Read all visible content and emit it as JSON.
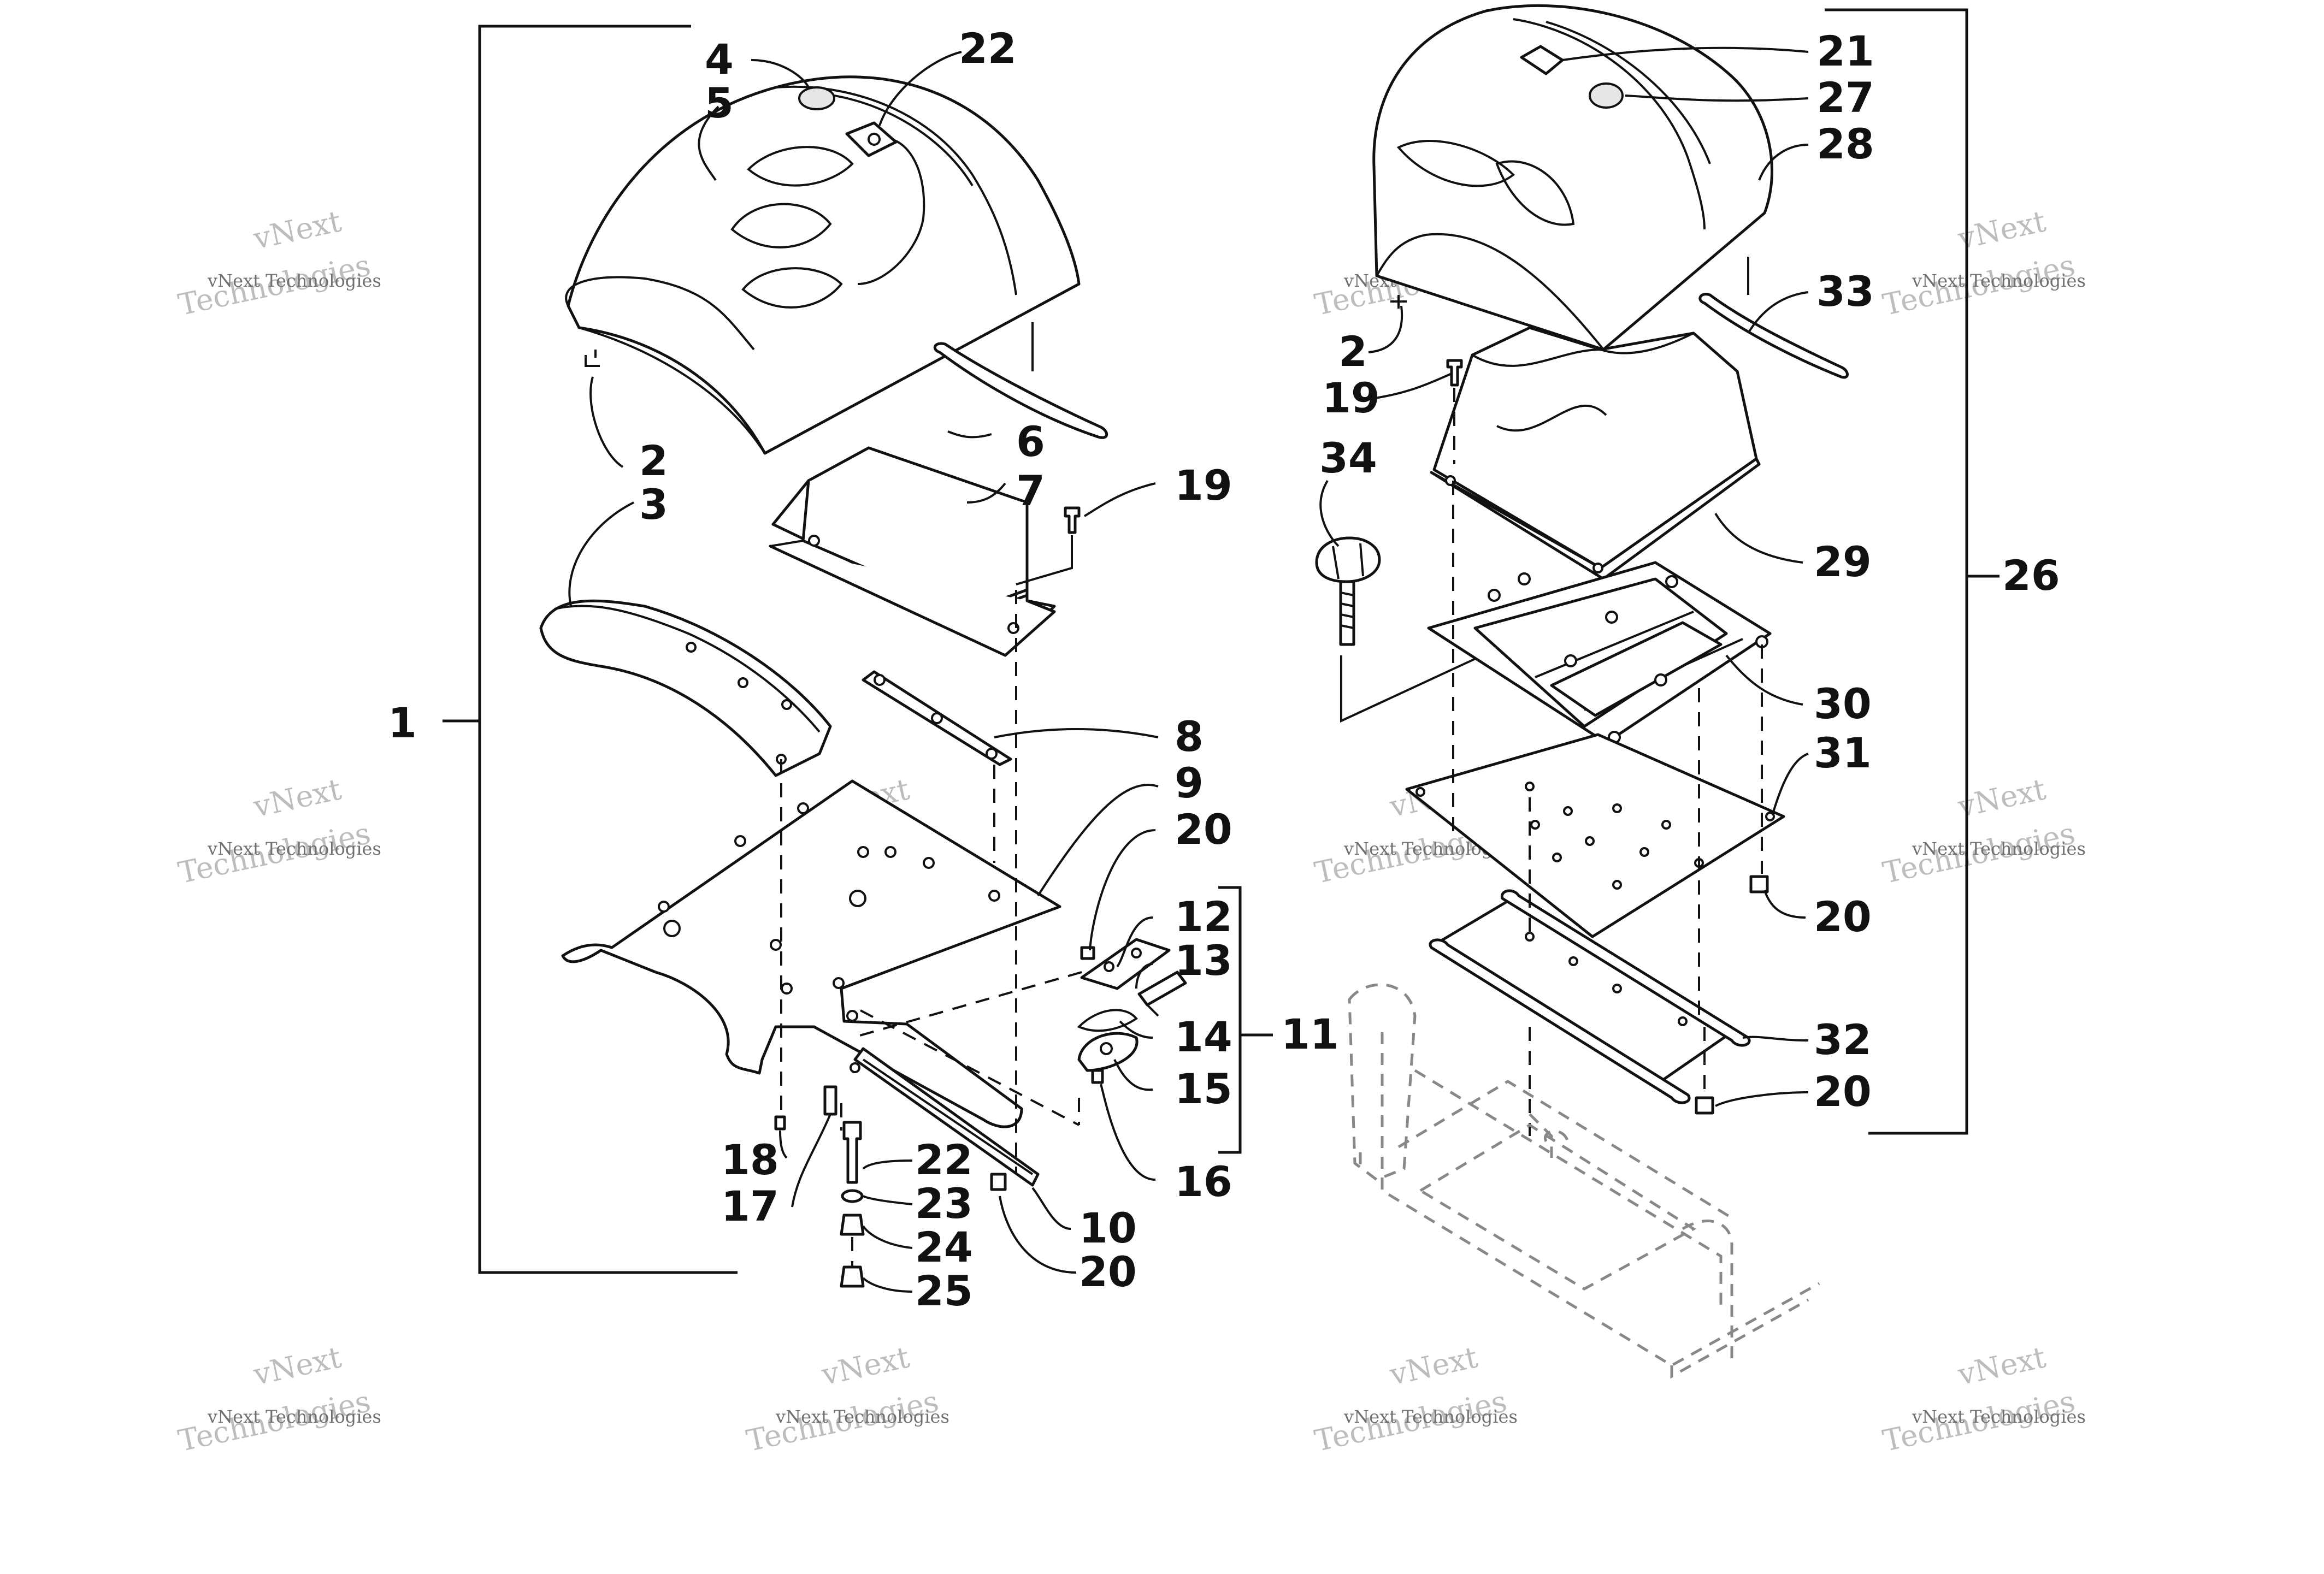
{
  "diagram": {
    "callouts": {
      "c1": "1",
      "c2a": "2",
      "c3": "3",
      "c4": "4",
      "c5": "5",
      "c6": "6",
      "c7": "7",
      "c8": "8",
      "c9": "9",
      "c10": "10",
      "c11": "11",
      "c12": "12",
      "c13": "13",
      "c14": "14",
      "c15": "15",
      "c16": "16",
      "c17": "17",
      "c18": "18",
      "c19a": "19",
      "c20a": "20",
      "c20b": "20",
      "c22a": "22",
      "c22b": "22",
      "c23": "23",
      "c24": "24",
      "c25": "25",
      "c2b": "2",
      "c19b": "19",
      "c20c": "20",
      "c20d": "20",
      "c21": "21",
      "c26": "26",
      "c27": "27",
      "c28": "28",
      "c29": "29",
      "c30": "30",
      "c31": "31",
      "c32": "32",
      "c33": "33",
      "c34": "34"
    },
    "watermark": {
      "small": "vNext Technologies",
      "big_line1": "vNext",
      "big_line2": "Technologies"
    }
  }
}
